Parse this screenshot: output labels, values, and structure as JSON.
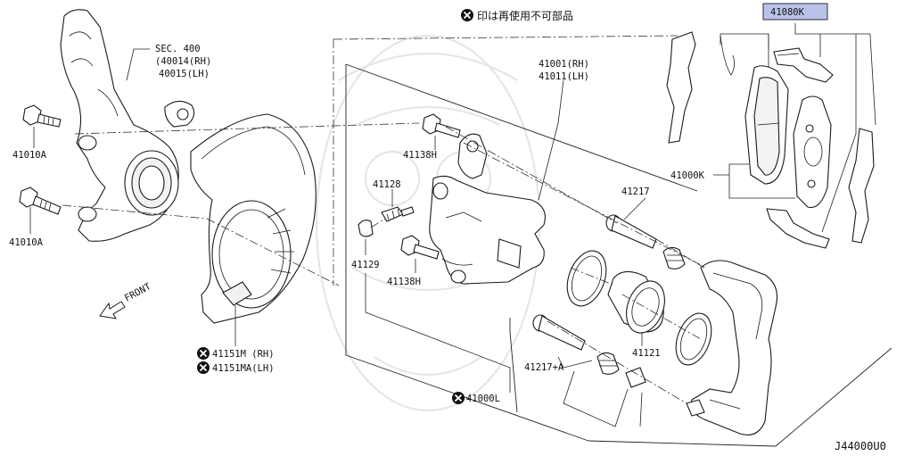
{
  "notice": {
    "icon": "x-circle-icon",
    "text": "印は再使用不可部品"
  },
  "diagram_code": "J44000U0",
  "front_label": "FRONT",
  "highlight_color": "#b9c3ea",
  "labels": {
    "sec400": "SEC. 400",
    "sec400_rh": "(40014(RH)",
    "sec400_lh": "40015(LH)",
    "bolt_a_upper": "41010A",
    "bolt_a_lower": "41010A",
    "caliper_rh": "41001(RH)",
    "caliper_lh": "41011(LH)",
    "bolt_h_upper": "41138H",
    "bleeder": "41128",
    "bleeder_cap": "41129",
    "bolt_h_lower": "41138H",
    "guide_pin": "41217",
    "guide_pin_a": "41217+A",
    "piston": "41121",
    "pad_kit": "41080K",
    "pad_set": "41000K",
    "caliper_assy": "41000L",
    "baffle_rh": "41151M (RH)",
    "baffle_lh": "41151MA(LH)"
  }
}
